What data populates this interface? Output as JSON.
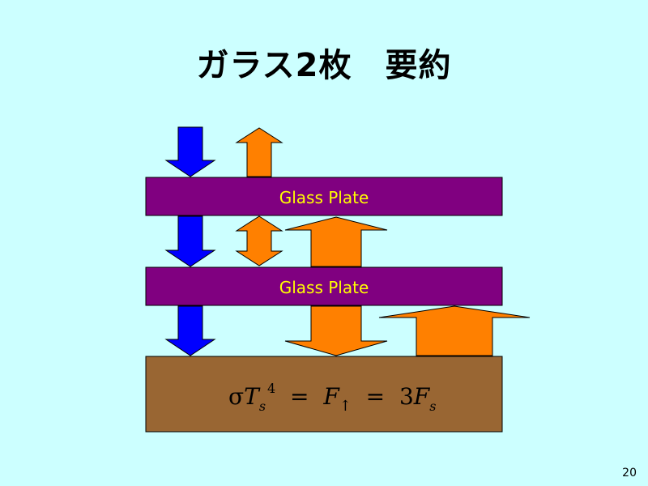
{
  "title": "ガラス2枚　要約",
  "plates": [
    {
      "label": "Glass Plate"
    },
    {
      "label": "Glass Plate"
    }
  ],
  "ground": {
    "formula": {
      "sigma": "σ",
      "T": "T",
      "T_sub": "s",
      "T_sup": "4",
      "eq1": "=",
      "F1": "F",
      "F1_sub": "↑",
      "eq2": "=",
      "coef": "3",
      "F2": "F",
      "F2_sub": "s"
    }
  },
  "colors": {
    "background": "#CCFFFF",
    "plate": "#800080",
    "ground": "#996633",
    "incoming_arrow": "#0000FF",
    "upward_arrow": "#FF8000",
    "plate_label": "#FFFF00"
  },
  "page_number": "20"
}
